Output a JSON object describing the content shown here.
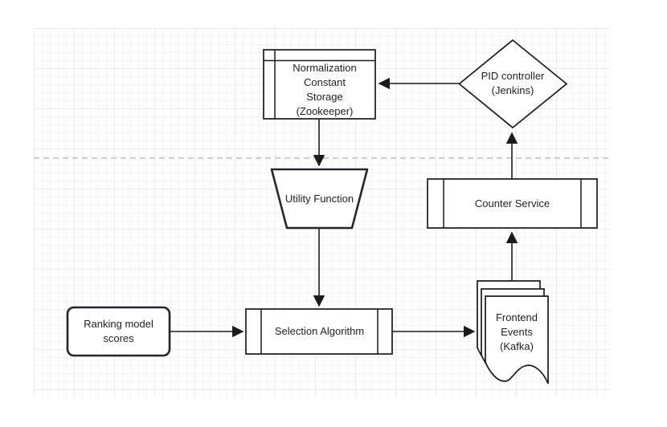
{
  "diagram": {
    "title": "ranking system control-loop flowchart",
    "nodes": {
      "normalization_storage": {
        "shape": "internal-storage",
        "label": "Normalization\nConstant\nStorage\n(Zookeeper)"
      },
      "pid_controller": {
        "shape": "decision-diamond",
        "label": "PID controller\n(Jenkins)"
      },
      "utility_function": {
        "shape": "manual-operation-trapezoid",
        "label": "Utility Function"
      },
      "counter_service": {
        "shape": "predefined-process",
        "label": "Counter Service"
      },
      "ranking_scores": {
        "shape": "rounded-rectangle",
        "label": "Ranking model\nscores"
      },
      "selection_algorithm": {
        "shape": "predefined-process",
        "label": "Selection Algorithm"
      },
      "frontend_events": {
        "shape": "multi-document",
        "label": "Frontend\nEvents\n(Kafka)"
      }
    },
    "edges": [
      {
        "from": "pid_controller",
        "to": "normalization_storage"
      },
      {
        "from": "normalization_storage",
        "to": "utility_function"
      },
      {
        "from": "utility_function",
        "to": "selection_algorithm"
      },
      {
        "from": "ranking_scores",
        "to": "selection_algorithm"
      },
      {
        "from": "selection_algorithm",
        "to": "frontend_events"
      },
      {
        "from": "frontend_events",
        "to": "counter_service"
      },
      {
        "from": "counter_service",
        "to": "pid_controller"
      }
    ],
    "colors": {
      "background": "#ffffff",
      "shape_fill": "#ffffff",
      "shape_stroke": "#1b1b1b",
      "rounded_stroke": "#23272e",
      "text": "#1f1f1f",
      "grid_minor": "#f4f4f6",
      "grid_major": "#ebebee",
      "page_divider": "#b4b4b7"
    }
  }
}
